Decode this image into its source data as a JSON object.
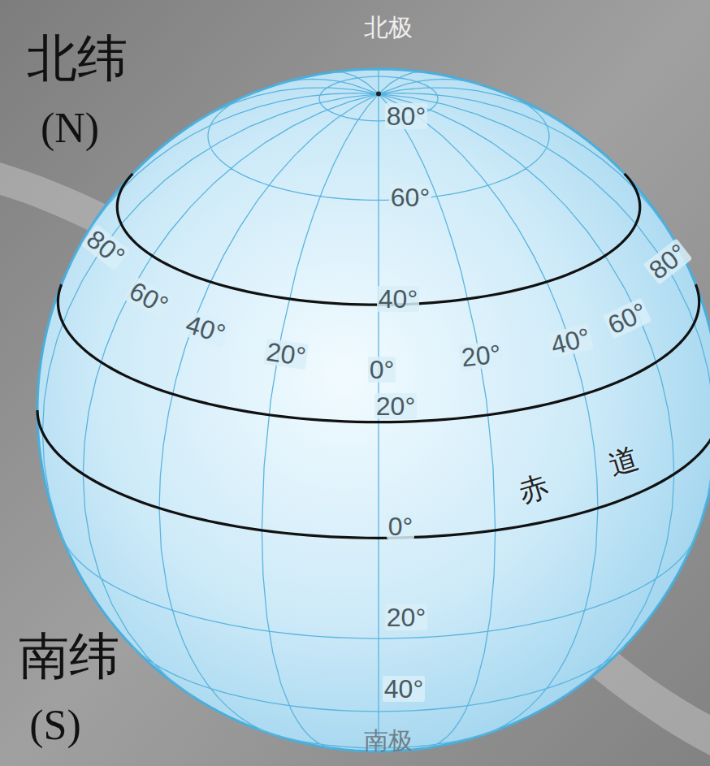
{
  "diagram": {
    "labels": [
      "北极",
      "北纬",
      "(N)",
      "80°",
      "60°",
      "40°",
      "20°",
      "0°",
      "20°",
      "40°",
      "南极",
      "南纬",
      "(S)",
      "80°",
      "60°",
      "40°",
      "20°",
      "0°",
      "20°",
      "40°",
      "60°",
      "80°",
      "赤道"
    ]
  }
}
